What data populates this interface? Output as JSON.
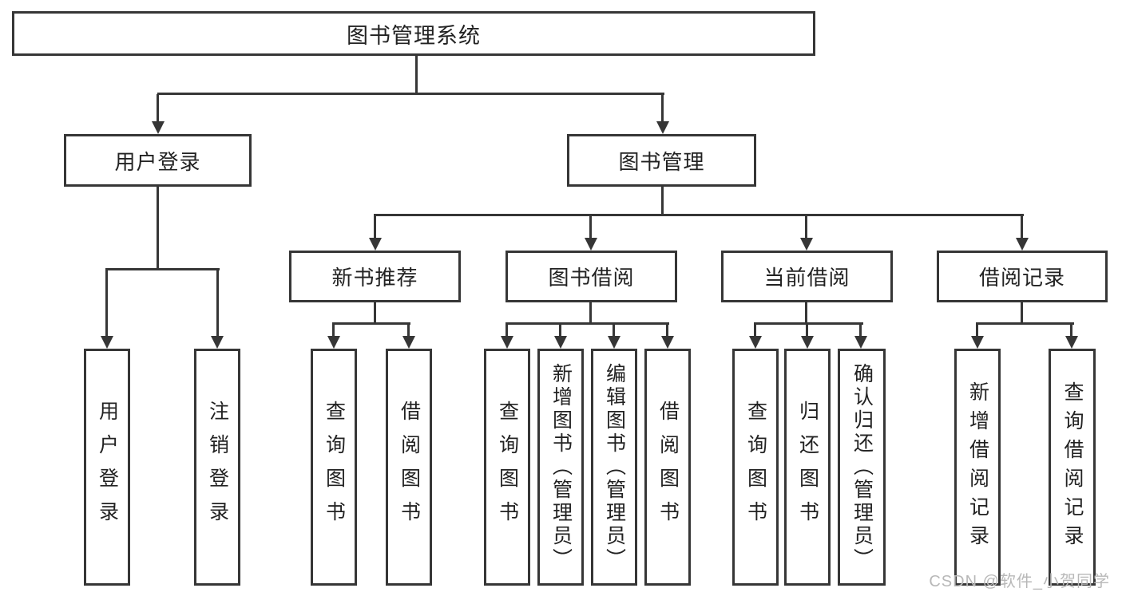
{
  "diagram": {
    "title": "图书管理系统",
    "watermark": "CSDN @软件_小贺同学"
  },
  "level2": {
    "user_login": "用户登录",
    "book_mgmt": "图书管理"
  },
  "level3": {
    "new_books": "新书推荐",
    "book_borrow": "图书借阅",
    "current_borrow": "当前借阅",
    "borrow_records": "借阅记录"
  },
  "leaves": {
    "user_login": [
      "用户登录",
      "注销登录"
    ],
    "new_books": [
      "查询图书",
      "借阅图书"
    ],
    "book_borrow": [
      "查询图书",
      "新增图书（管理员）",
      "编辑图书（管理员）",
      "借阅图书"
    ],
    "current_borrow": [
      "查询图书",
      "归还图书",
      "确认归还（管理员）"
    ],
    "borrow_records": [
      "新增借阅记录",
      "查询借阅记录"
    ]
  },
  "colors": {
    "line": "#363636",
    "text": "#222222",
    "watermark": "#b8b8b8",
    "background": "#ffffff"
  }
}
